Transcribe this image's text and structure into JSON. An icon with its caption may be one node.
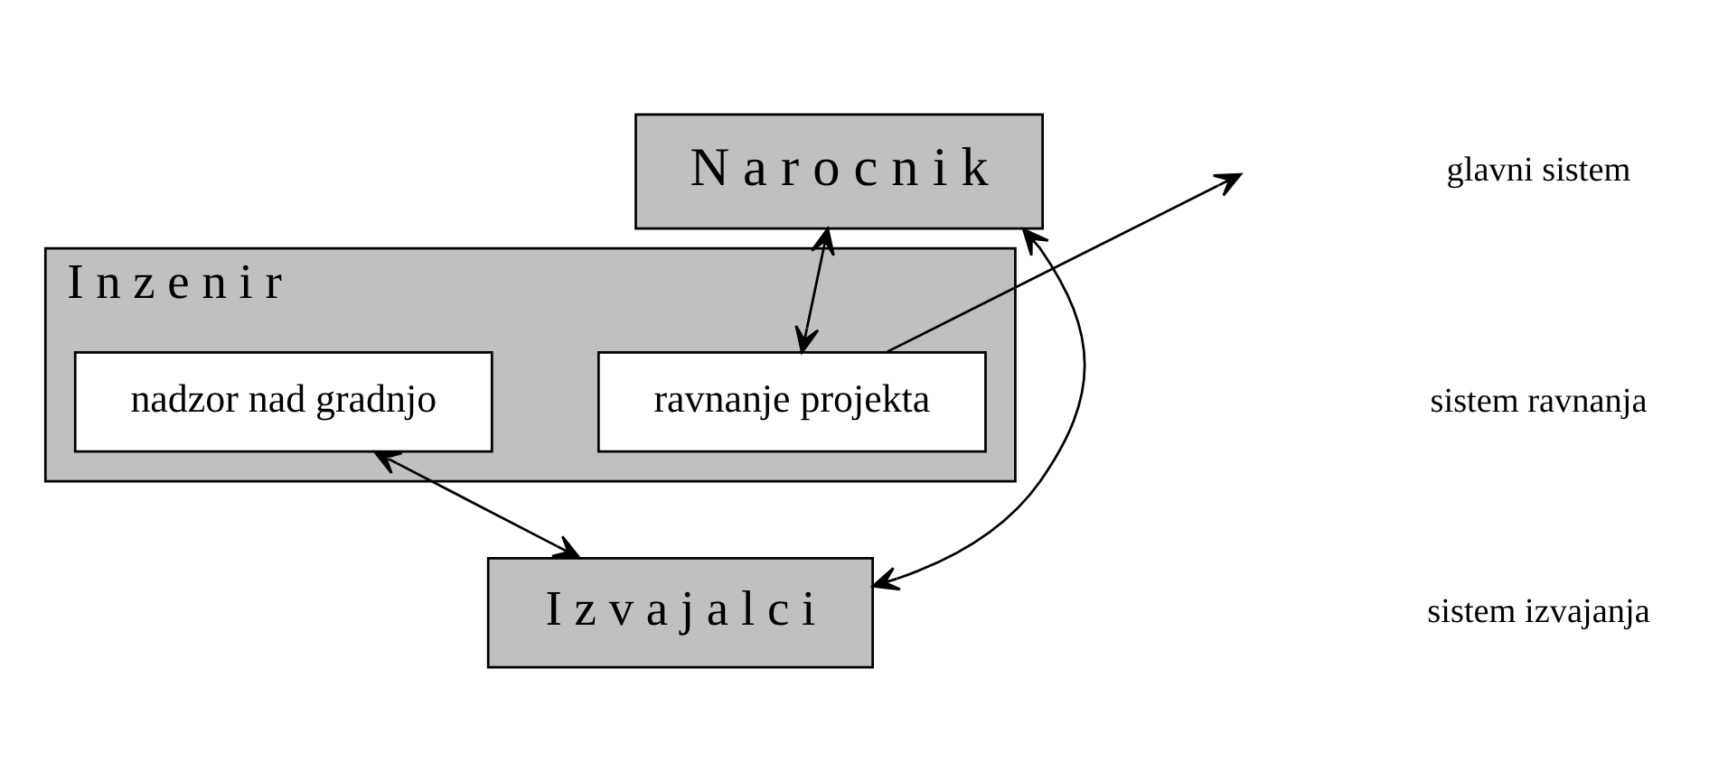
{
  "diagram": {
    "nodes": [
      {
        "text": [
          "N a r o c n i k"
        ]
      },
      {
        "text": [
          "I n z e n i r"
        ]
      },
      {
        "text": [
          "ravnanje projekta"
        ],
        "in": 1
      },
      {
        "text": [
          "nadzor nad gradnjo"
        ],
        "in": 1
      },
      {
        "text": [
          "I z v a j a l c i"
        ]
      }
    ],
    "edges": [
      {
        "from": 0,
        "to": 2,
        "arrow": "both"
      },
      {
        "from": 0,
        "to": 4,
        "arrow": "both"
      },
      {
        "from": 2,
        "to": null,
        "arrow": "to"
      },
      {
        "from": 3,
        "to": 4,
        "arrow": "both"
      }
    ],
    "labels": [
      "glavni sistem",
      "sistem ravnanja",
      "sistem izvajanja"
    ]
  }
}
